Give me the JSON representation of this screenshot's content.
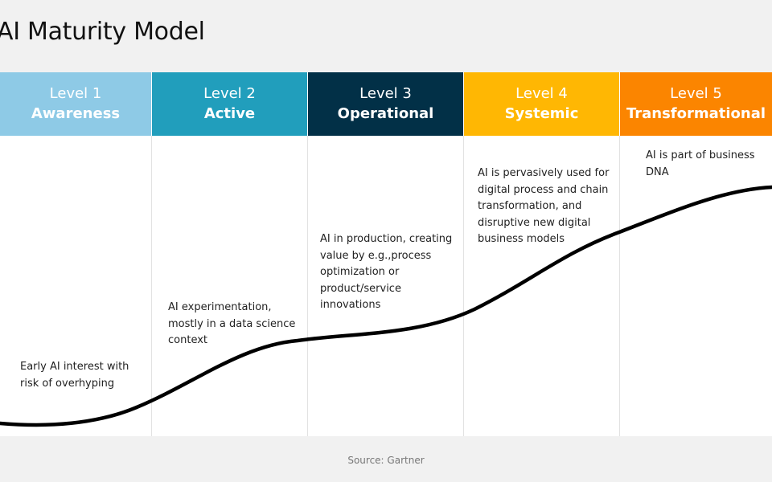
{
  "title": "AI Maturity Model",
  "levels": [
    {
      "number": "Level 1",
      "name": "Awareness",
      "color": "#8ecae6",
      "description": "Early AI interest with risk of overhyping"
    },
    {
      "number": "Level 2",
      "name": "Active",
      "color": "#219ebc",
      "description": "AI experimentation, mostly in a data science context"
    },
    {
      "number": "Level 3",
      "name": "Operational",
      "color": "#023047",
      "description": "AI in production, creating value by e.g.,process optimization or product/service innovations"
    },
    {
      "number": "Level 4",
      "name": "Systemic",
      "color": "#ffb703",
      "description": "AI is pervasively used for digital process and chain transformation, and disruptive new digital business models"
    },
    {
      "number": "Level 5",
      "name": "Transformational",
      "color": "#fb8500",
      "description": "AI is part of business DNA"
    }
  ],
  "source": "Source: Gartner"
}
